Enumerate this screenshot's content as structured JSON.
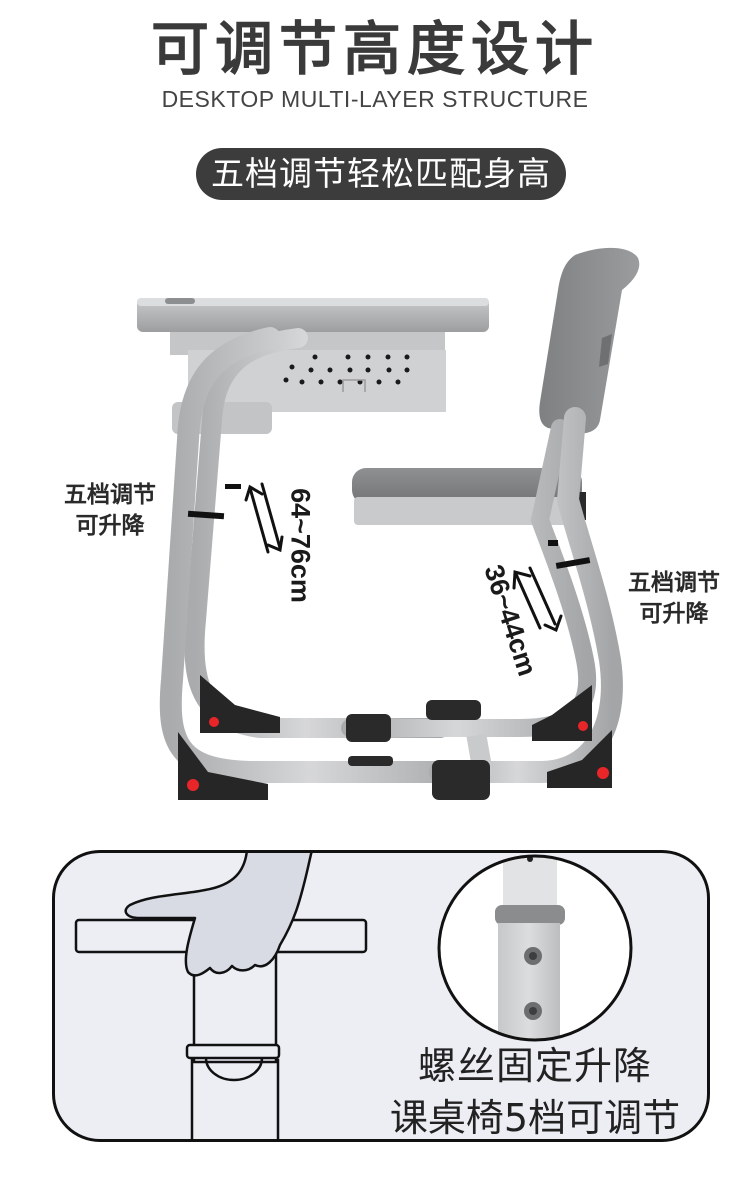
{
  "header": {
    "title": "可调节高度设计",
    "subtitle": "DESKTOP MULTI-LAYER STRUCTURE",
    "badge": "五档调节轻松匹配身高"
  },
  "illustration": {
    "desk": {
      "label_line1": "五档调节",
      "label_line2": "可升降",
      "height_range": "64~76cm"
    },
    "chair": {
      "label_line1": "五档调节",
      "label_line2": "可升降",
      "height_range": "36~44cm"
    }
  },
  "detail_panel": {
    "caption_line1": "螺丝固定升降",
    "caption_line2": "课桌椅5档可调节",
    "colors": {
      "panel_bg": "#eceef4",
      "hand_fill": "#d8dbe4",
      "accent_red": "#e8262a",
      "frame_gray": "#b9bbbd",
      "foot_black": "#262626"
    }
  }
}
